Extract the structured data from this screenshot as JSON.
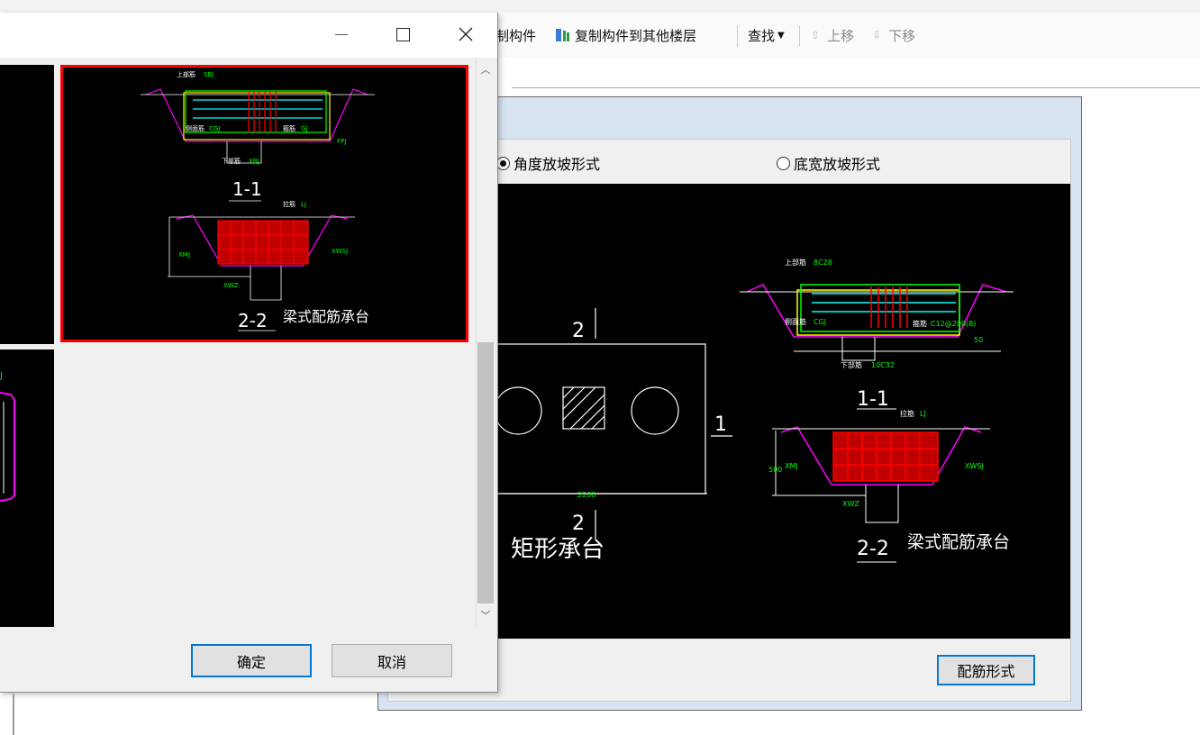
{
  "toolbar": {
    "items": [
      {
        "label": "制构件"
      },
      {
        "label": "复制构件到其他楼层"
      },
      {
        "label": "查找"
      },
      {
        "label": "上移"
      },
      {
        "label": "下移"
      }
    ]
  },
  "dialog_back": {
    "radio_options": [
      {
        "label": "角度放坡形式",
        "selected": true
      },
      {
        "label": "底宽放坡形式",
        "selected": false
      }
    ],
    "button": "配筋形式",
    "cad": {
      "plan_title": "矩形承台",
      "section_mark": "2",
      "side_mark": "1",
      "dim_width": "2200",
      "section_1_label": "1-1",
      "section_2_label": "2-2",
      "beam_caption": "梁式配筋承台",
      "label_top_bar": "上部筋",
      "label_top_bar_val": "8C28",
      "label_side_bar": "侧面筋",
      "label_side_bar_val": "CGJ",
      "label_stirrup": "箍筋",
      "label_stirrup_val": "C12@200(8)",
      "label_bottom_bar": "下部筋",
      "label_bottom_bar_val": "10C32",
      "label_tie": "拉筋",
      "label_tie_val": "LJ",
      "label_xmj": "XMJ",
      "label_xwsj": "XWSJ",
      "label_xwz": "XWZ",
      "dim_500": "500",
      "dim_50": "50"
    }
  },
  "dialog_front": {
    "ok_button": "确定",
    "cancel_button": "取消",
    "thumb": {
      "section_1_label": "1-1",
      "section_2_label": "2-2",
      "caption": "梁式配筋承台",
      "label_top_bar": "上部筋",
      "label_top_bar_val": "SBJ",
      "label_side_bar": "侧面筋",
      "label_side_bar_val": "CGJ",
      "label_stirrup": "箍筋",
      "label_stirrup_val": "GJ",
      "label_bottom_bar": "下部筋",
      "label_bottom_bar_val": "XBJ",
      "label_tie": "拉筋",
      "label_tie_val": "LJ",
      "label_fpj": "FPJ",
      "label_xmj": "XMJ",
      "label_xwsj": "XWSJ",
      "label_xwz": "XWZ"
    },
    "thumb_left_fragment": "J"
  },
  "colors": {
    "selection_border": "#ff0000",
    "rebar_red": "#ff0000",
    "rebar_cyan": "#00ffff",
    "rebar_green": "#00ff00",
    "rebar_yellow": "#ffff00",
    "slope_magenta": "#ff00ff",
    "focus_blue": "#0078d7"
  }
}
